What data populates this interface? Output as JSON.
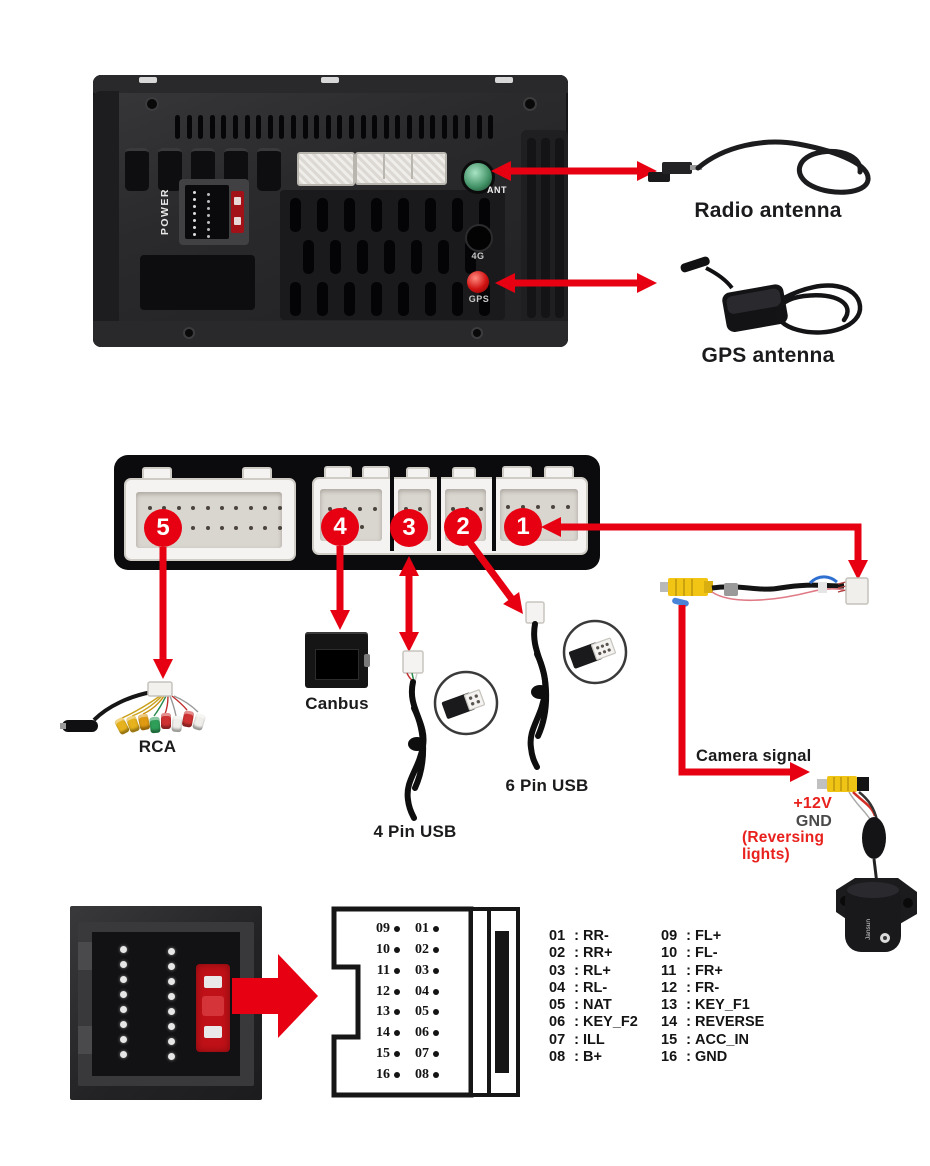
{
  "colors": {
    "arrow_red": "#e60012",
    "label_dark": "#1b1b1d",
    "reversing_red": "#e8211d",
    "gnd_gray": "#4a4a4a"
  },
  "head_unit": {
    "power_label": "POWER",
    "ant_label": "ANT",
    "g4_label": "4G",
    "gps_label": "GPS"
  },
  "antennas": {
    "radio_label": "Radio antenna",
    "gps_label": "GPS antenna"
  },
  "harness_ports": [
    {
      "number": "5"
    },
    {
      "number": "4"
    },
    {
      "number": "3"
    },
    {
      "number": "2"
    },
    {
      "number": "1"
    }
  ],
  "cables": {
    "rca": "RCA",
    "canbus": "Canbus",
    "usb4": "4 Pin USB",
    "usb6": "6 Pin USB",
    "camera_signal": "Camera signal"
  },
  "camera": {
    "power": "+12V",
    "ground": "GND",
    "note_line1": "(Reversing",
    "note_line2": "lights)",
    "logo": "Jansun"
  },
  "rca_plug_colors": [
    "#e6b31e",
    "#e6b31e",
    "#df9a12",
    "#2f9e58",
    "#cf3232",
    "#efeeea",
    "#cf3232",
    "#efeeea"
  ],
  "pinout": {
    "separator": ":",
    "diagram_rows": [
      {
        "left": "09",
        "right": "01"
      },
      {
        "left": "10",
        "right": "02"
      },
      {
        "left": "11",
        "right": "03"
      },
      {
        "left": "12",
        "right": "04"
      },
      {
        "left": "13",
        "right": "05"
      },
      {
        "left": "14",
        "right": "06"
      },
      {
        "left": "15",
        "right": "07"
      },
      {
        "left": "16",
        "right": "08"
      }
    ],
    "table_left": [
      {
        "pin": "01",
        "name": "RR-"
      },
      {
        "pin": "02",
        "name": "RR+"
      },
      {
        "pin": "03",
        "name": "RL+"
      },
      {
        "pin": "04",
        "name": "RL-"
      },
      {
        "pin": "05",
        "name": "NAT"
      },
      {
        "pin": "06",
        "name": "KEY_F2"
      },
      {
        "pin": "07",
        "name": "ILL"
      },
      {
        "pin": "08",
        "name": "B+"
      }
    ],
    "table_right": [
      {
        "pin": "09",
        "name": "FL+"
      },
      {
        "pin": "10",
        "name": "FL-"
      },
      {
        "pin": "11",
        "name": "FR+"
      },
      {
        "pin": "12",
        "name": "FR-"
      },
      {
        "pin": "13",
        "name": "KEY_F1"
      },
      {
        "pin": "14",
        "name": "REVERSE"
      },
      {
        "pin": "15",
        "name": "ACC_IN"
      },
      {
        "pin": "16",
        "name": "GND"
      }
    ]
  }
}
